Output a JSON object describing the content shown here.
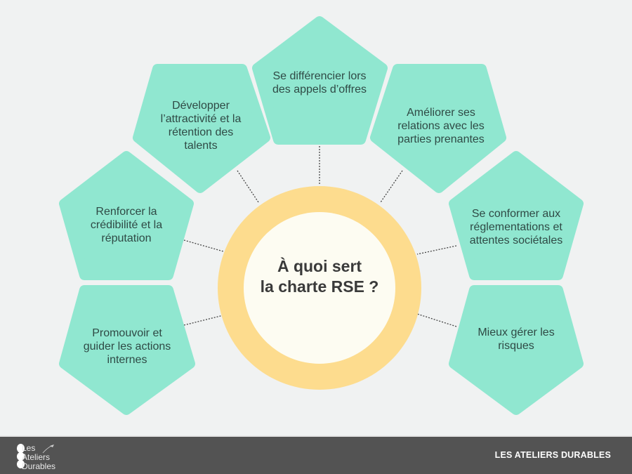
{
  "colors": {
    "background": "#f0f2f2",
    "pentagon_fill": "#90e7d0",
    "ring": "#fddc8e",
    "center_fill": "#fdfcf2",
    "text_dark": "#2f4a45",
    "title_text": "#3a3a3a",
    "footer_bg": "#535353",
    "connector": "#444444"
  },
  "center": {
    "title_line1": "À quoi sert",
    "title_line2": "la charte RSE ?"
  },
  "benefits": [
    {
      "id": "top",
      "text": "Se différencier lors des appels d’offres"
    },
    {
      "id": "top-left",
      "text": "Développer l’attractivité et la rétention des talents"
    },
    {
      "id": "top-right",
      "text": "Améliorer ses relations avec les parties prenantes"
    },
    {
      "id": "mid-left",
      "text": "Renforcer la crédibilité et la réputation"
    },
    {
      "id": "mid-right",
      "text": "Se conformer aux réglementations et attentes sociétales"
    },
    {
      "id": "bottom-left",
      "text": "Promouvoir et guider les actions internes"
    },
    {
      "id": "bottom-right",
      "text": "Mieux gérer les risques"
    }
  ],
  "footer": {
    "logo_lines": [
      "Les",
      "Ateliers",
      "Durables"
    ],
    "brand": "LES ATELIERS DURABLES"
  }
}
